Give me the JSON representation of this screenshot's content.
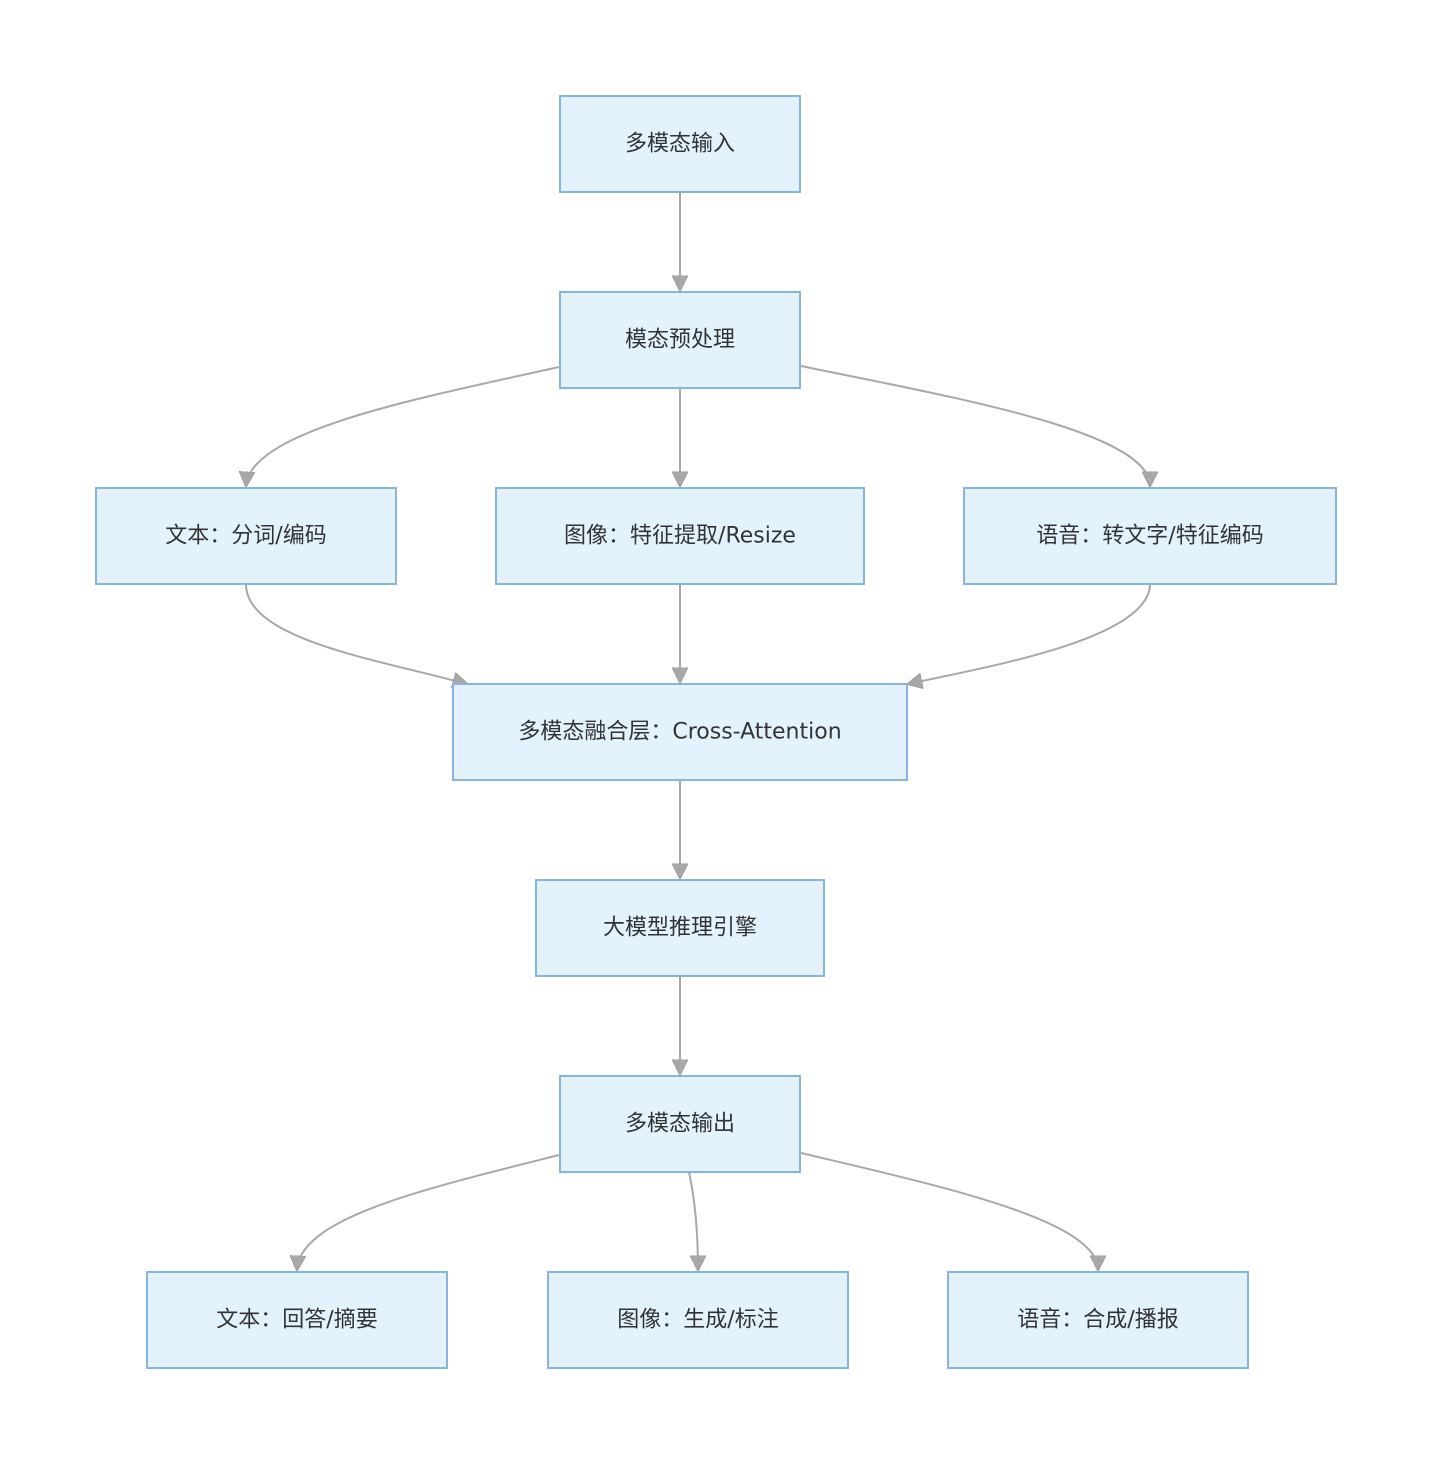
{
  "diagram": {
    "nodes": {
      "input": "多模态输入",
      "preprocess": "模态预处理",
      "text_in": "文本：分词/编码",
      "image_in": "图像：特征提取/Resize",
      "audio_in": "语音：转文字/特征编码",
      "fusion": "多模态融合层：Cross-Attention",
      "engine": "大模型推理引擎",
      "output": "多模态输出",
      "text_out": "文本：回答/摘要",
      "image_out": "图像：生成/标注",
      "audio_out": "语音：合成/播报"
    },
    "edges": [
      [
        "input",
        "preprocess"
      ],
      [
        "preprocess",
        "text_in"
      ],
      [
        "preprocess",
        "image_in"
      ],
      [
        "preprocess",
        "audio_in"
      ],
      [
        "text_in",
        "fusion"
      ],
      [
        "image_in",
        "fusion"
      ],
      [
        "audio_in",
        "fusion"
      ],
      [
        "fusion",
        "engine"
      ],
      [
        "engine",
        "output"
      ],
      [
        "output",
        "text_out"
      ],
      [
        "output",
        "image_out"
      ],
      [
        "output",
        "audio_out"
      ]
    ]
  }
}
